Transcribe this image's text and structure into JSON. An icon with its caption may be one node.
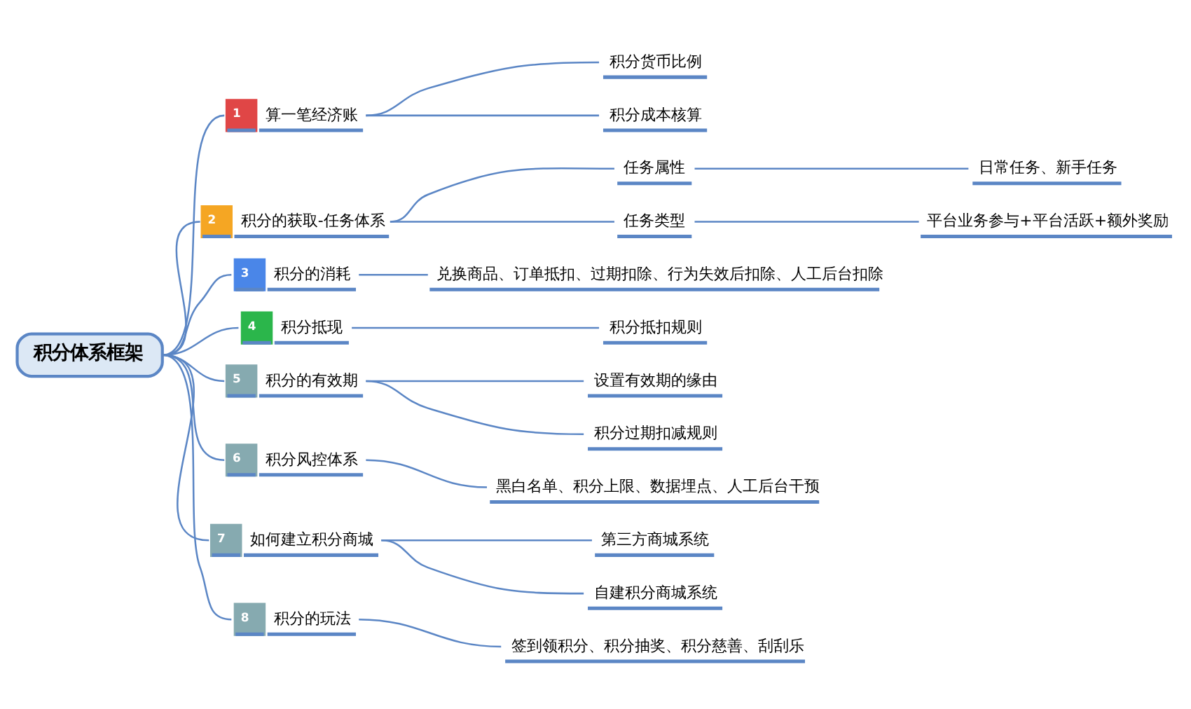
{
  "diagram": {
    "nodes": [
      {
        "text": [
          "积分体系框架"
        ]
      },
      {
        "text": [
          "1",
          "算一笔经济账"
        ]
      },
      {
        "text": [
          "积分货币比例"
        ]
      },
      {
        "text": [
          "积分成本核算"
        ]
      },
      {
        "text": [
          "2",
          "积分的获取-任务体系"
        ]
      },
      {
        "text": [
          "任务属性"
        ]
      },
      {
        "text": [
          "日常任务、新手任务"
        ]
      },
      {
        "text": [
          "任务类型"
        ]
      },
      {
        "text": [
          "平台业务参与+平台活跃+额外奖励"
        ]
      },
      {
        "text": [
          "3",
          "积分的消耗"
        ]
      },
      {
        "text": [
          "兑换商品、订单抵扣、过期扣除、行为失效后扣除、人工后台扣除"
        ]
      },
      {
        "text": [
          "4",
          "积分抵现"
        ]
      },
      {
        "text": [
          "积分抵扣规则"
        ]
      },
      {
        "text": [
          "5",
          "积分的有效期"
        ]
      },
      {
        "text": [
          "设置有效期的缘由"
        ]
      },
      {
        "text": [
          "积分过期扣减规则"
        ]
      },
      {
        "text": [
          "6",
          "积分风控体系"
        ]
      },
      {
        "text": [
          "黑白名单、积分上限、数据埋点、人工后台干预"
        ]
      },
      {
        "text": [
          "7",
          "如何建立积分商城"
        ]
      },
      {
        "text": [
          "第三方商城系统"
        ]
      },
      {
        "text": [
          "自建积分商城系统"
        ]
      },
      {
        "text": [
          "8",
          "积分的玩法"
        ]
      },
      {
        "text": [
          "签到领积分、积分抽奖、积分慈善、刮刮乐"
        ]
      }
    ],
    "edges": [
      {
        "from": 0,
        "to": 1,
        "arrow": "none"
      },
      {
        "from": 1,
        "to": 2,
        "arrow": "none"
      },
      {
        "from": 1,
        "to": 3,
        "arrow": "none"
      },
      {
        "from": 0,
        "to": 4,
        "arrow": "none"
      },
      {
        "from": 4,
        "to": 5,
        "arrow": "none"
      },
      {
        "from": 5,
        "to": 6,
        "arrow": "none"
      },
      {
        "from": 4,
        "to": 7,
        "arrow": "none"
      },
      {
        "from": 7,
        "to": 8,
        "arrow": "none"
      },
      {
        "from": 0,
        "to": 9,
        "arrow": "none"
      },
      {
        "from": 9,
        "to": 10,
        "arrow": "none"
      },
      {
        "from": 0,
        "to": 11,
        "arrow": "none"
      },
      {
        "from": 11,
        "to": 12,
        "arrow": "none"
      },
      {
        "from": 0,
        "to": 13,
        "arrow": "none"
      },
      {
        "from": 13,
        "to": 14,
        "arrow": "none"
      },
      {
        "from": 13,
        "to": 15,
        "arrow": "none"
      },
      {
        "from": 0,
        "to": 16,
        "arrow": "none"
      },
      {
        "from": 16,
        "to": 17,
        "arrow": "none"
      },
      {
        "from": 0,
        "to": 18,
        "arrow": "none"
      },
      {
        "from": 18,
        "to": 19,
        "arrow": "none"
      },
      {
        "from": 18,
        "to": 20,
        "arrow": "none"
      },
      {
        "from": 0,
        "to": 21,
        "arrow": "none"
      },
      {
        "from": 21,
        "to": 22,
        "arrow": "none"
      }
    ]
  }
}
